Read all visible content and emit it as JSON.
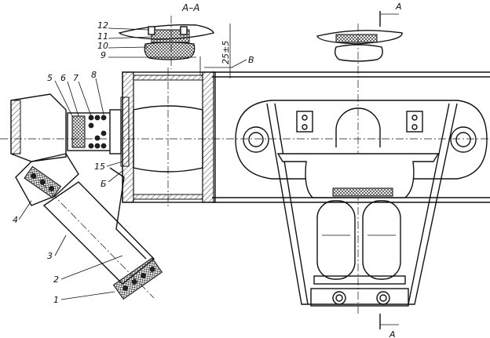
{
  "section_title": "А–А",
  "section_mark": "А",
  "labels": {
    "l1": "1",
    "l2": "2",
    "l3": "3",
    "l4": "4",
    "l5": "5",
    "l6": "6",
    "l7": "7",
    "l8": "8",
    "l9": "9",
    "l10": "10",
    "l11": "11",
    "l12": "12",
    "l15": "15",
    "lb": "Б",
    "lv": "В"
  },
  "dimension_text": "25±5"
}
